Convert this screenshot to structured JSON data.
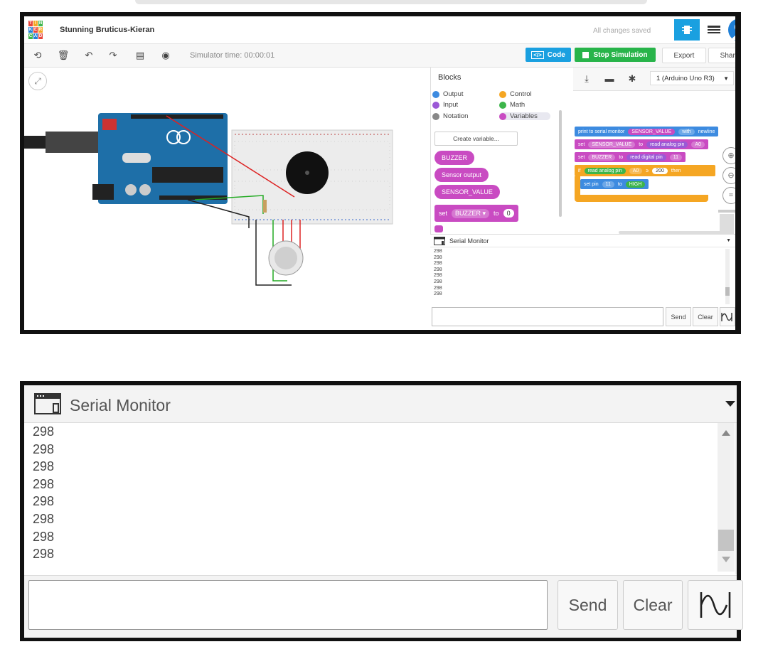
{
  "header": {
    "logo_letters": [
      "T",
      "I",
      "N",
      "K",
      "E",
      "R",
      "C",
      "A",
      "D"
    ],
    "project_title": "Stunning Bruticus-Kieran",
    "save_status": "All changes saved"
  },
  "toolbar": {
    "simulator_time": "Simulator time: 00:00:01",
    "code_label": "Code",
    "stop_label": "Stop Simulation",
    "export_label": "Export",
    "share_label": "Share"
  },
  "blocks_panel": {
    "title": "Blocks",
    "categories": [
      {
        "label": "Output",
        "color": "#3d8be0"
      },
      {
        "label": "Control",
        "color": "#f5a623"
      },
      {
        "label": "Input",
        "color": "#9b59d6"
      },
      {
        "label": "Math",
        "color": "#3cb54a"
      },
      {
        "label": "Notation",
        "color": "#888888"
      },
      {
        "label": "Variables",
        "color": "#c94bc2"
      }
    ],
    "create_variable": "Create variable...",
    "variables": [
      "BUZZER",
      "Sensor output",
      "SENSOR_VALUE"
    ],
    "set_block": {
      "keyword": "set",
      "var": "BUZZER",
      "to": "to",
      "value": "0"
    }
  },
  "editor": {
    "device": "1 (Arduino Uno R3)",
    "block_print": {
      "text": "print to serial monitor",
      "var": "SENSOR_VALUE",
      "with": "with",
      "tail": "newline"
    },
    "block_set1": {
      "set": "set",
      "var": "SENSOR_VALUE",
      "to": "to",
      "read": "read analog pin",
      "pin": "A0"
    },
    "block_set2": {
      "set": "set",
      "var": "BUZZER",
      "to": "to",
      "read": "read digital pin",
      "pin": "11"
    },
    "block_if": {
      "if": "if",
      "read": "read analog pin",
      "pin": "A0",
      "op": "≥",
      "num": "200",
      "then": "then"
    },
    "block_setpin": {
      "set": "set pin",
      "pin": "11",
      "to": "to",
      "val": "HIGH"
    }
  },
  "serial_monitor": {
    "title": "Serial Monitor",
    "lines": [
      "298",
      "298",
      "298",
      "298",
      "298",
      "298",
      "298",
      "298"
    ],
    "send_label": "Send",
    "clear_label": "Clear"
  }
}
